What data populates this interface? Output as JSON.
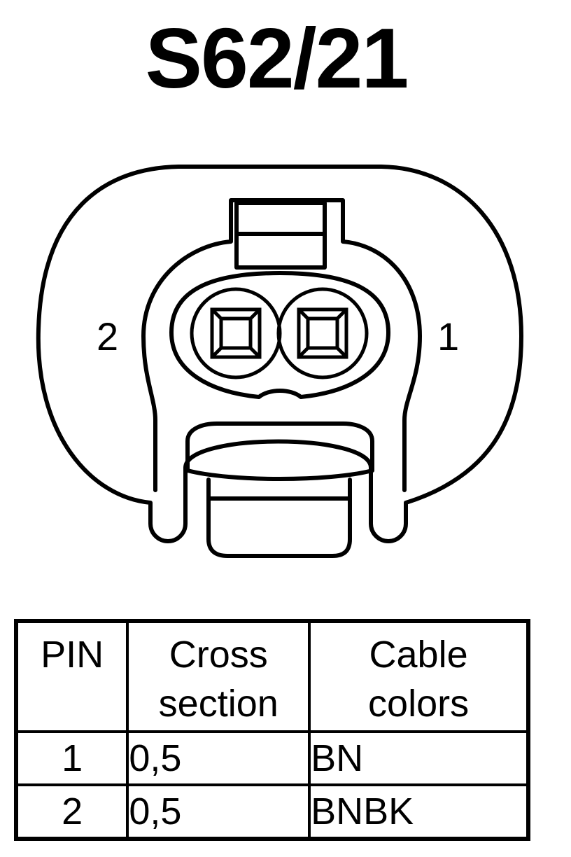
{
  "title": "S62/21",
  "connector": {
    "pin_labels": [
      "1",
      "2"
    ]
  },
  "table": {
    "headers": {
      "pin": "PIN",
      "cross_section": [
        "Cross",
        "section"
      ],
      "cable_colors": [
        "Cable",
        "colors"
      ]
    },
    "rows": [
      {
        "pin": "1",
        "cross_section": "0,5",
        "color": "BN"
      },
      {
        "pin": "2",
        "cross_section": "0,5",
        "color": "BNBK"
      }
    ]
  }
}
